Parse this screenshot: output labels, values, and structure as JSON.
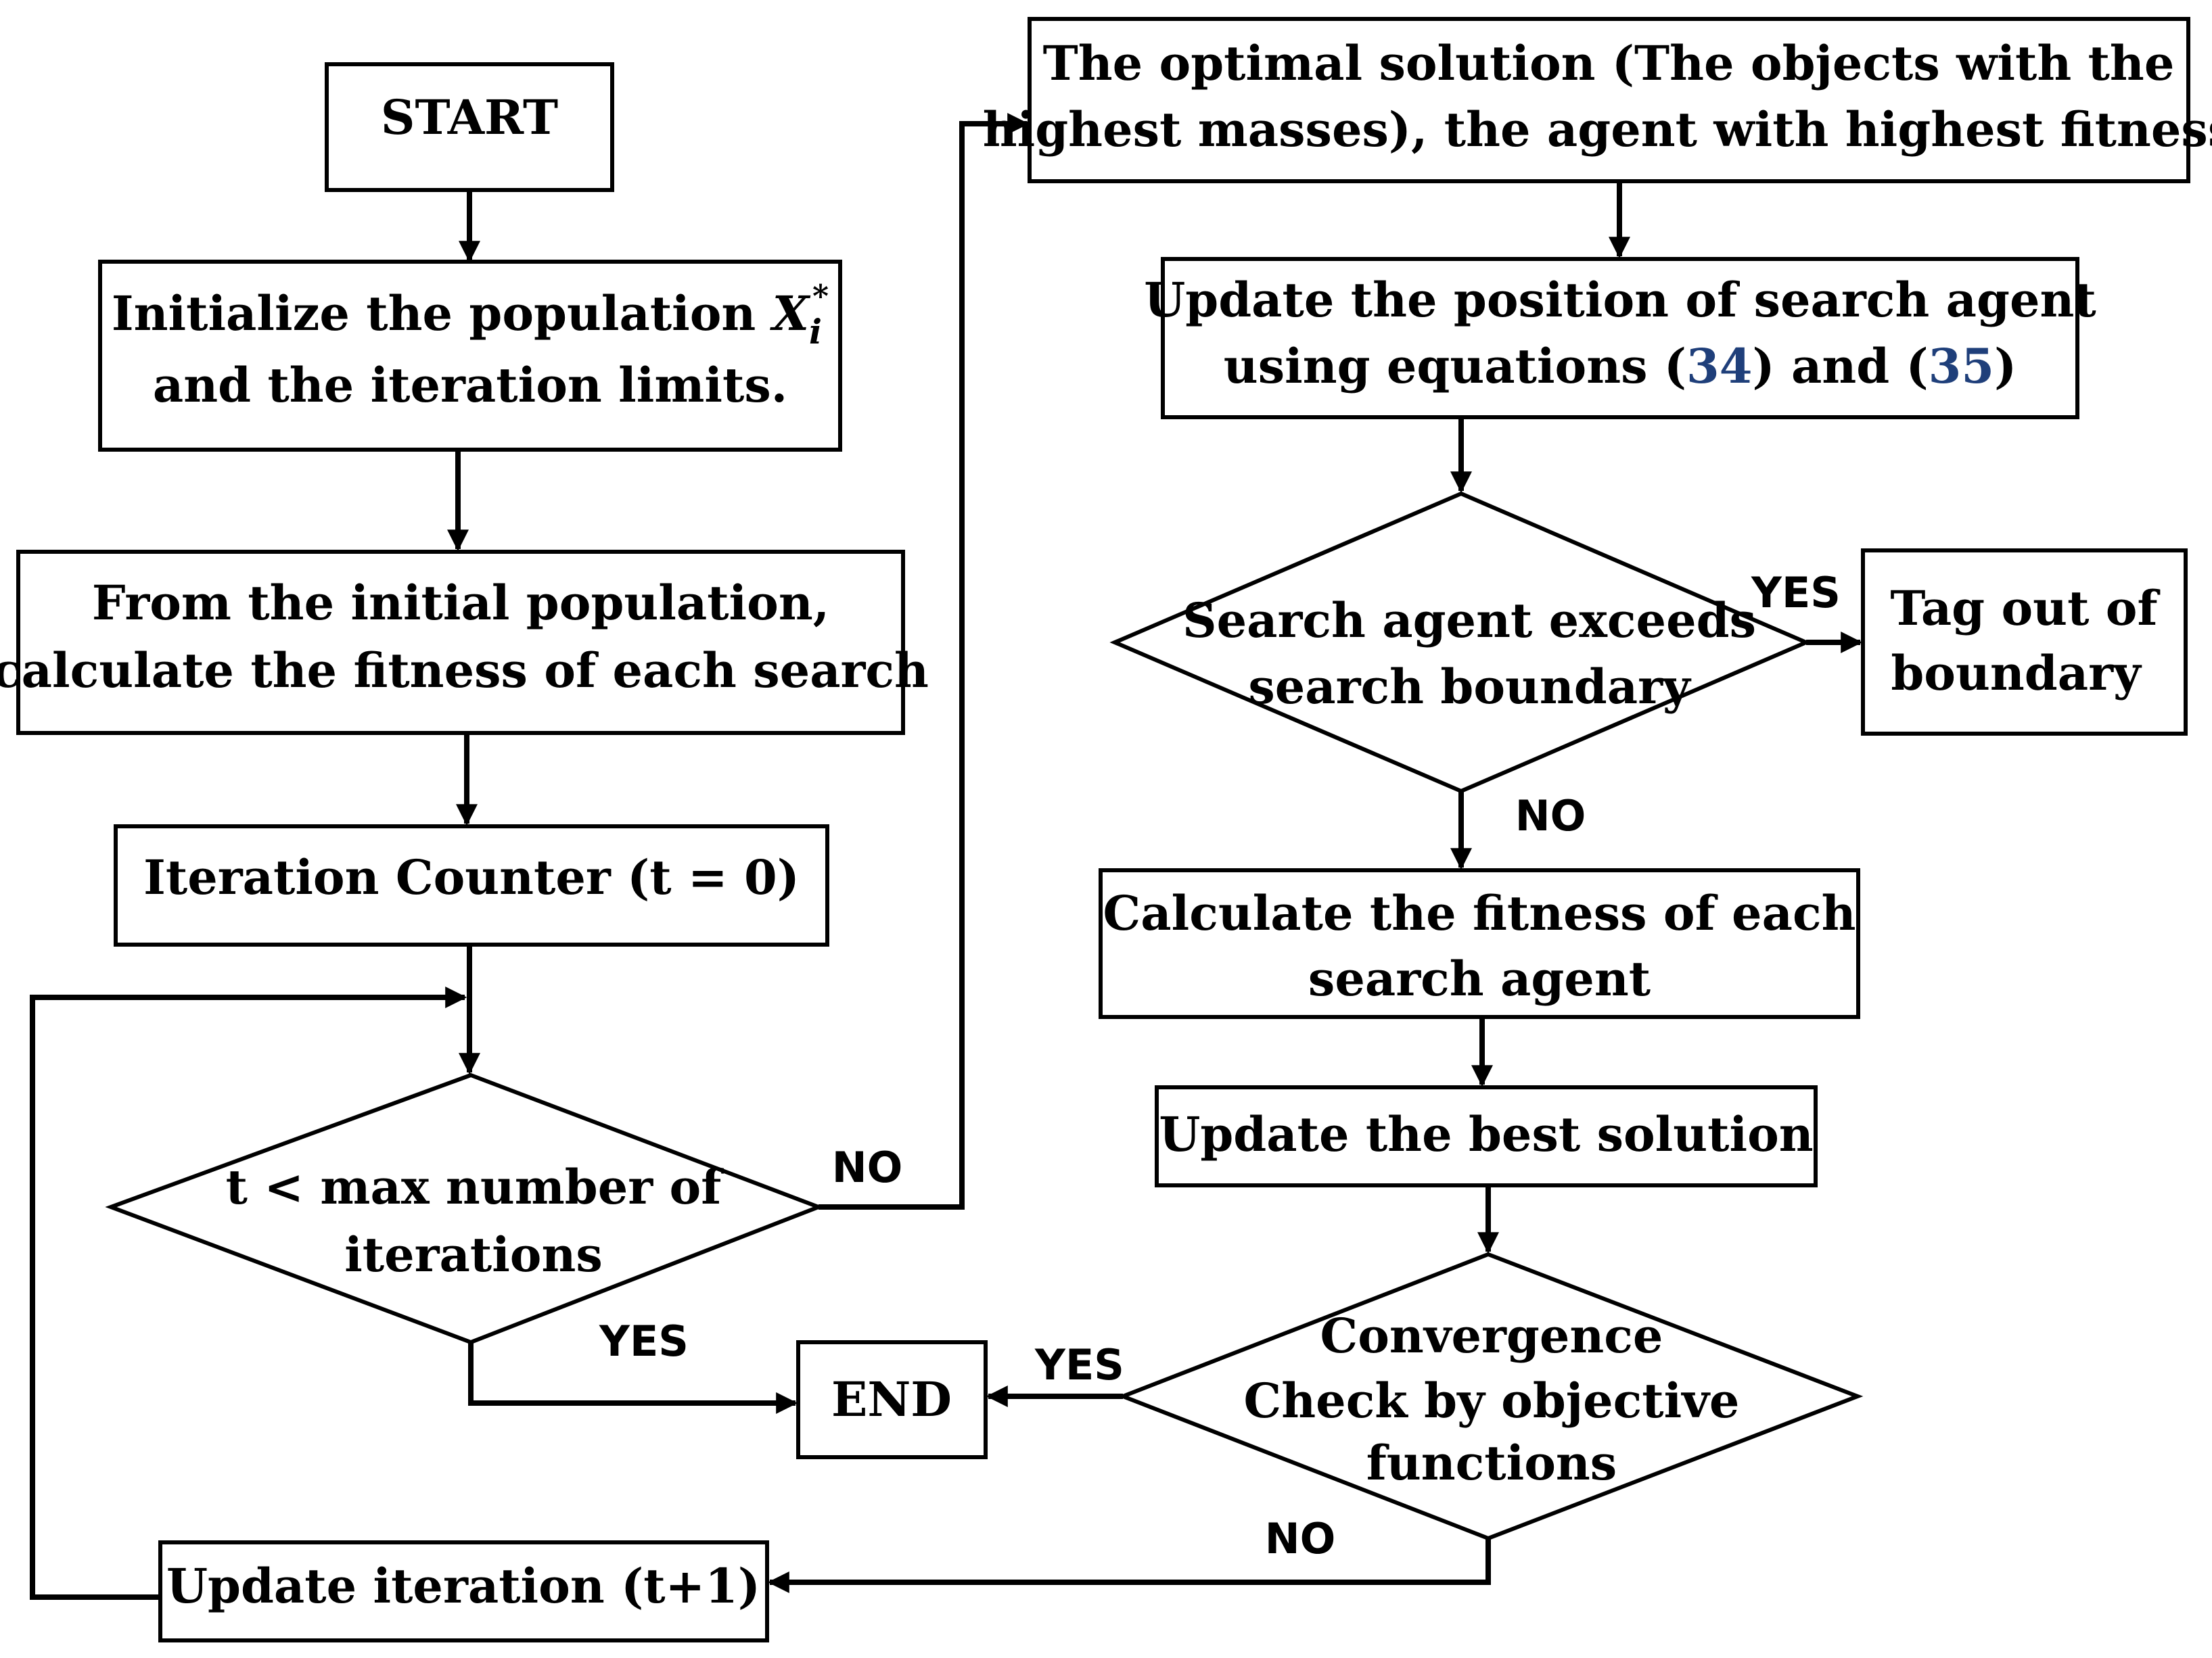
{
  "nodes": {
    "start": "START",
    "init_line1_prefix": "Initialize the population ",
    "init_symbol": "X",
    "init_subscript": "i",
    "init_superscript": "*",
    "init_line2": "and the iteration limits.",
    "fitness_init_line1": "From the initial population,",
    "fitness_init_line2": "calculate the fitness of each search",
    "counter": "Iteration Counter (t = 0)",
    "loop_check_line1": "t < max number of",
    "loop_check_line2": "iterations",
    "end": "END",
    "update_iteration": "Update iteration (t+1)",
    "optimal_line1": "The optimal solution (The objects with the",
    "optimal_line2": "highest masses), the agent with highest fitness",
    "update_pos_line1": "Update the position of search agent",
    "update_pos_line2_a": "using equations (",
    "update_pos_ref1": "34",
    "update_pos_line2_b": ") and (",
    "update_pos_ref2": "35",
    "update_pos_line2_c": ")",
    "boundary_check_line1": "Search agent exceeds",
    "boundary_check_line2": "search boundary",
    "tag_line1": "Tag out of",
    "tag_line2": "boundary",
    "calc_fitness_line1": "Calculate the fitness of each",
    "calc_fitness_line2": "search agent",
    "update_best": "Update the best solution",
    "convergence_line1": "Convergence",
    "convergence_line2": "Check by objective",
    "convergence_line3": "functions"
  },
  "edges": {
    "loop_no": "NO",
    "loop_yes": "YES",
    "boundary_yes": "YES",
    "boundary_no": "NO",
    "convergence_yes": "YES",
    "convergence_no": "NO"
  }
}
